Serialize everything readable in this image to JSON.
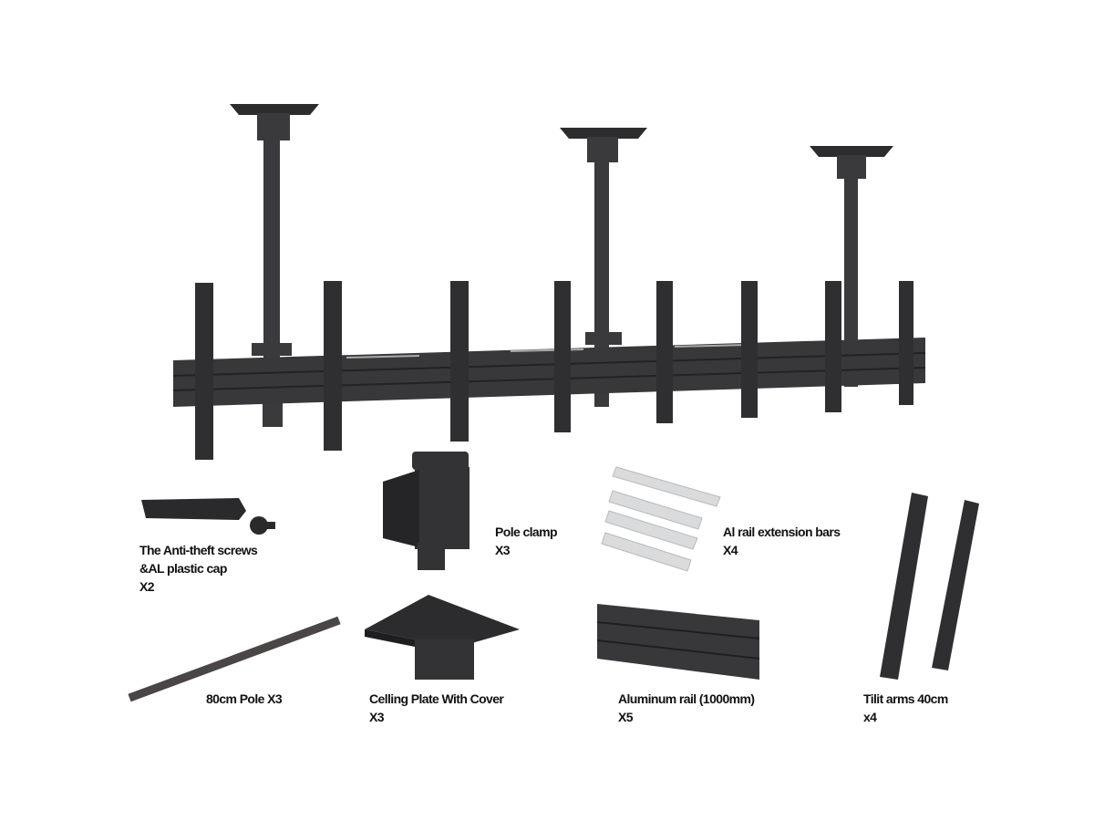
{
  "colors": {
    "metal": "#3a3a3c",
    "metal_dark": "#262628",
    "aluminum": "#d9dbdd",
    "text": "#111111"
  },
  "parts": [
    {
      "name": "The Anti-theft screws",
      "name2": "&AL plastic cap",
      "qty": "X2"
    },
    {
      "name": "Pole clamp",
      "qty": "X3"
    },
    {
      "name": "Al rail extension bars",
      "qty": "X4"
    },
    {
      "name": "80cm Pole X3"
    },
    {
      "name": "Celling Plate With Cover",
      "qty": "X3"
    },
    {
      "name": "Aluminum rail (1000mm)",
      "qty": "X5"
    },
    {
      "name": "Tilit arms 40cm",
      "qty": "x4"
    }
  ]
}
